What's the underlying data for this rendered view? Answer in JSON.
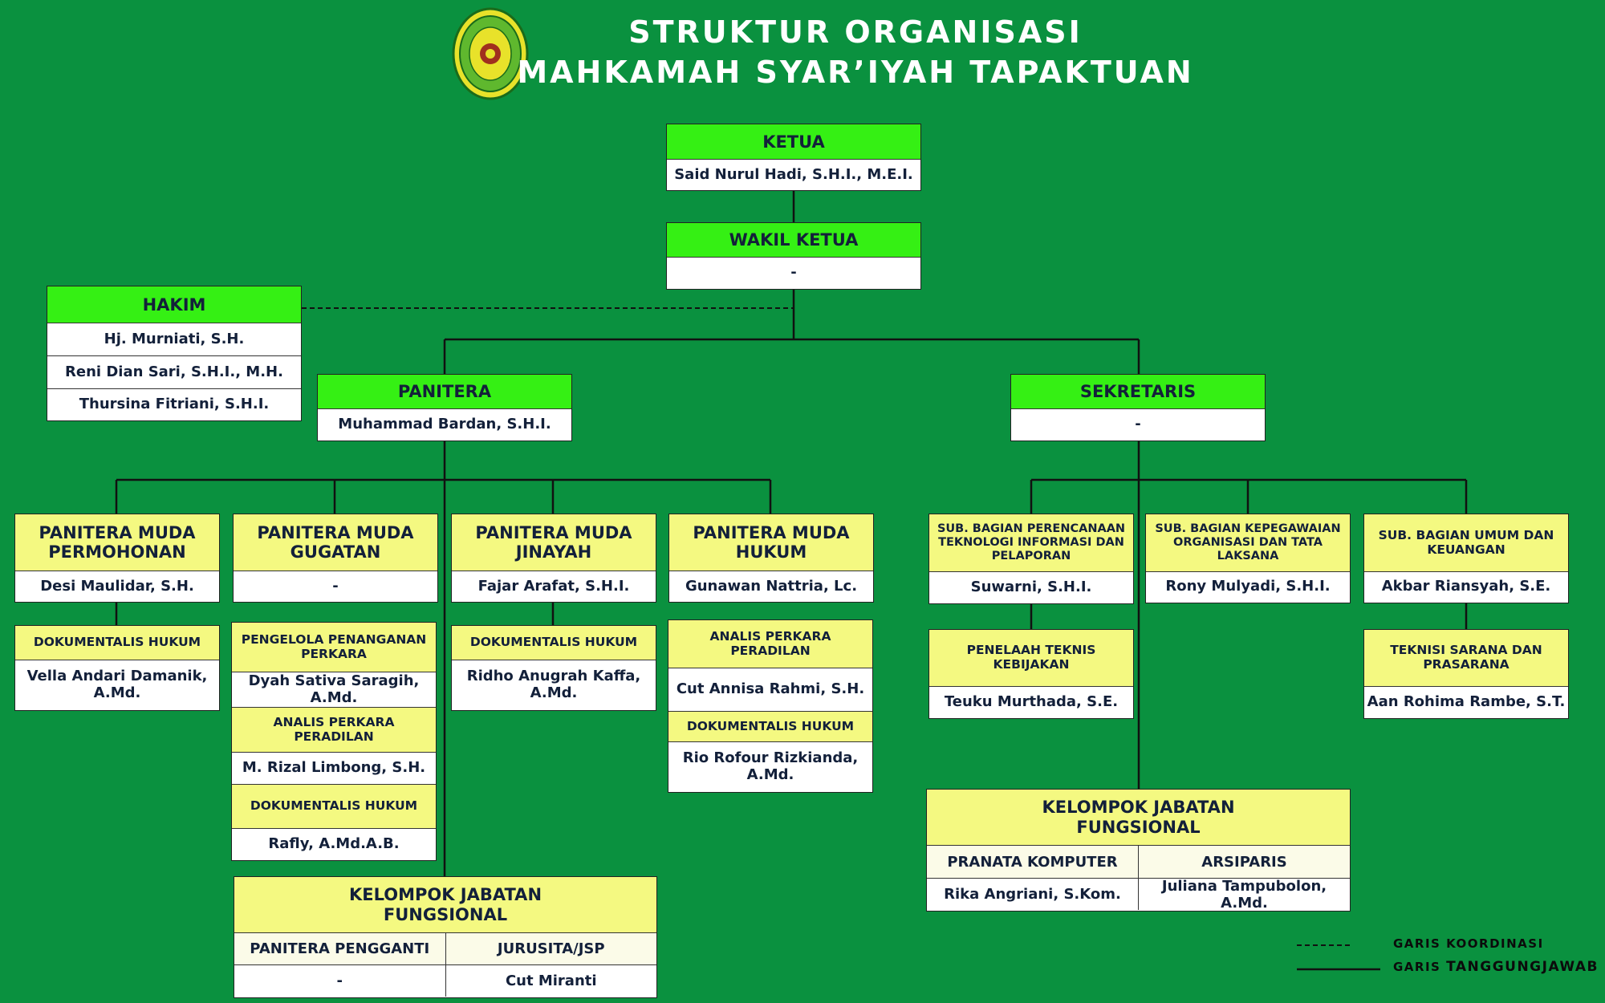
{
  "title": {
    "line1": "STRUKTUR ORGANISASI",
    "line2": "MAHKAMAH SYAR’IYAH TAPAKTUAN"
  },
  "logo": {
    "icon": "mahkamah-syariyah-seal-icon",
    "text": "MAHKAMAH SYAR'IYAH TAPAKTUAN"
  },
  "colors": {
    "background": "#0a913f",
    "header_green": "#35f014",
    "header_yellow": "#f4f981",
    "text": "#13203a"
  },
  "ketua": {
    "title": "KETUA",
    "name": "Said Nurul Hadi, S.H.I., M.E.I."
  },
  "wakil_ketua": {
    "title": "WAKIL KETUA",
    "name": "-"
  },
  "hakim": {
    "title": "HAKIM",
    "members": [
      "Hj. Murniati, S.H.",
      "Reni Dian Sari, S.H.I., M.H.",
      "Thursina Fitriani, S.H.I."
    ]
  },
  "panitera": {
    "title": "PANITERA",
    "name": "Muhammad Bardan, S.H.I."
  },
  "sekretaris": {
    "title": "SEKRETARIS",
    "name": "-"
  },
  "pm_permohonan": {
    "title_l1": "PANITERA MUDA",
    "title_l2": "PERMOHONAN",
    "name": "Desi Maulidar, S.H.",
    "sub_title": "DOKUMENTALIS HUKUM",
    "sub_name_l1": "Vella Andari Damanik,",
    "sub_name_l2": "A.Md."
  },
  "pm_gugatan": {
    "title_l1": "PANITERA MUDA",
    "title_l2": "GUGATAN",
    "name": "-",
    "s1_title_l1": "PENGELOLA PENANGANAN",
    "s1_title_l2": "PERKARA",
    "s1_name": "Dyah Sativa Saragih, A.Md.",
    "s2_title_l1": "ANALIS PERKARA",
    "s2_title_l2": "PERADILAN",
    "s2_name": "M. Rizal Limbong, S.H.",
    "s3_title": "DOKUMENTALIS HUKUM",
    "s3_name": "Rafly, A.Md.A.B."
  },
  "pm_jinayah": {
    "title_l1": "PANITERA MUDA",
    "title_l2": "JINAYAH",
    "name": "Fajar Arafat, S.H.I.",
    "sub_title": "DOKUMENTALIS HUKUM",
    "sub_name_l1": "Ridho Anugrah Kaffa,",
    "sub_name_l2": "A.Md."
  },
  "pm_hukum": {
    "title_l1": "PANITERA MUDA",
    "title_l2": "HUKUM",
    "name": "Gunawan Nattria, Lc.",
    "s1_title_l1": "ANALIS PERKARA",
    "s1_title_l2": "PERADILAN",
    "s1_name": "Cut Annisa Rahmi, S.H.",
    "s2_title": "DOKUMENTALIS HUKUM",
    "s2_name_l1": "Rio Rofour Rizkianda,",
    "s2_name_l2": "A.Md."
  },
  "kjf_left": {
    "title_l1": "KELOMPOK JABATAN",
    "title_l2": "FUNGSIONAL",
    "col1": "PANITERA PENGGANTI",
    "col2": "JURUSITA/JSP",
    "val1": "-",
    "val2": "Cut Miranti"
  },
  "sub_perencanaan": {
    "title_l1": "SUB. BAGIAN PERENCANAAN",
    "title_l2": "TEKNOLOGI INFORMASI DAN",
    "title_l3": "PELAPORAN",
    "name": "Suwarni, S.H.I.",
    "sub_title_l1": "PENELAAH TEKNIS",
    "sub_title_l2": "KEBIJAKAN",
    "sub_name": "Teuku Murthada, S.E."
  },
  "sub_kepegawaian": {
    "title_l1": "SUB. BAGIAN KEPEGAWAIAN",
    "title_l2": "ORGANISASI DAN TATA",
    "title_l3": "LAKSANA",
    "name": "Rony Mulyadi, S.H.I."
  },
  "sub_umum": {
    "title_l1": "SUB. BAGIAN UMUM DAN",
    "title_l2": "KEUANGAN",
    "name": "Akbar Riansyah, S.E.",
    "sub_title_l1": "TEKNISI SARANA DAN",
    "sub_title_l2": "PRASARANA",
    "sub_name": "Aan Rohima Rambe, S.T."
  },
  "kjf_right": {
    "title_l1": "KELOMPOK JABATAN",
    "title_l2": "FUNGSIONAL",
    "col1": "PRANATA KOMPUTER",
    "col2": "ARSIPARIS",
    "val1": "Rika Angriani, S.Kom.",
    "val2": "Juliana Tampubolon, A.Md."
  },
  "legend": {
    "koordinasi": "GARIS KOORDINASI",
    "tanggungjawab_prefix": "GARIS ",
    "tanggungjawab_main": "TANGGUNGJAWAB"
  }
}
